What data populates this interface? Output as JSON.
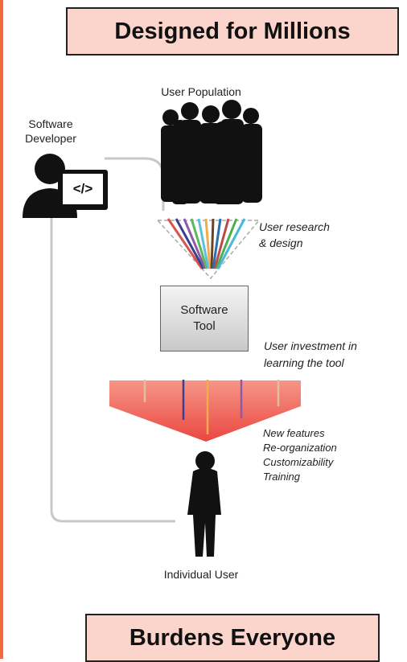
{
  "title_top": "Designed for Millions",
  "title_bottom": "Burdens Everyone",
  "labels": {
    "user_population": "User Population",
    "developer_line1": "Software",
    "developer_line2": "Developer",
    "code_icon_text": "</>",
    "research_line1": "User research",
    "research_line2": "& design",
    "tool_line1": "Software",
    "tool_line2": "Tool",
    "investment_line1": "User investment in",
    "investment_line2": "learning the tool",
    "individual_user": "Individual User"
  },
  "features": [
    "New features",
    "Re-organization",
    "Customizability",
    "Training"
  ],
  "colors": {
    "accent_bar": "#f26a3a",
    "title_fill": "#fbd5cc",
    "funnel_red": "#f0514a",
    "arrow_colors": [
      "#d9534f",
      "#3b3f8f",
      "#8e5aa8",
      "#5cb85c",
      "#5bc0de",
      "#f0ad4e",
      "#6b4226",
      "#2a6fb0",
      "#b94a48",
      "#4cae4c",
      "#46b8da"
    ]
  }
}
